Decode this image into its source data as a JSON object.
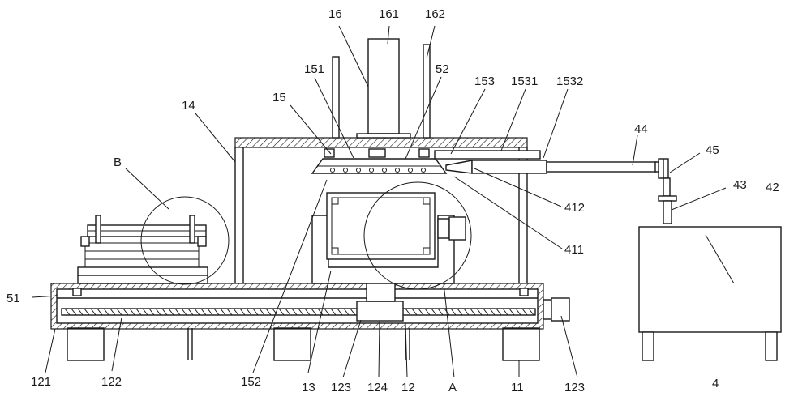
{
  "figure": {
    "labels": {
      "l16": "16",
      "l161": "161",
      "l162": "162",
      "l151": "151",
      "l52": "52",
      "l153": "153",
      "l1531": "1531",
      "l1532": "1532",
      "l14": "14",
      "l15": "15",
      "l44": "44",
      "l45": "45",
      "l43": "43",
      "l42": "42",
      "lB": "B",
      "l412": "412",
      "l411": "411",
      "l51": "51",
      "l121": "121",
      "l122": "122",
      "l152": "152",
      "l13": "13",
      "l123a": "123",
      "l124": "124",
      "l12": "12",
      "lA": "A",
      "l11": "11",
      "l123b": "123",
      "l4": "4"
    }
  }
}
